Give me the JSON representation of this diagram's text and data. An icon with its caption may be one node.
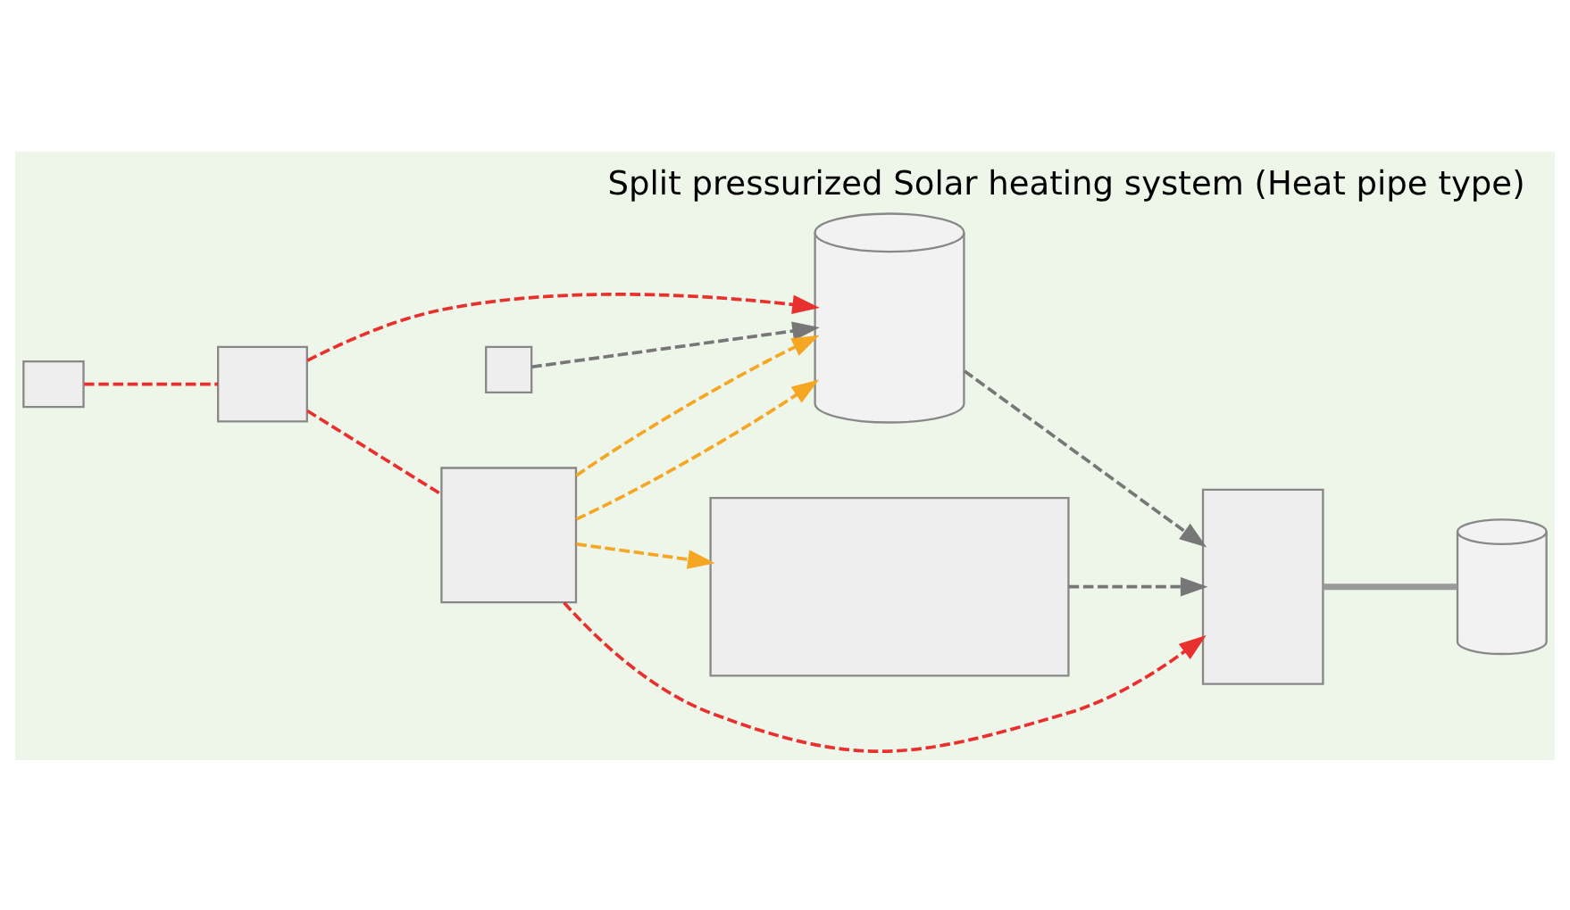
{
  "diagram": {
    "title": "Split pressurized Solar heating system (Heat pipe type)",
    "nodes": [
      {
        "text": [],
        "shape": "cylinder"
      },
      {
        "text": [],
        "shape": "box"
      },
      {
        "text": [],
        "shape": "box"
      },
      {
        "text": [],
        "shape": "box"
      },
      {
        "text": [],
        "shape": "cylinder"
      },
      {
        "text": [],
        "shape": "box"
      },
      {
        "text": [],
        "shape": "box"
      },
      {
        "text": [],
        "shape": "box"
      }
    ],
    "edges": [
      {
        "from": 2,
        "to": 0,
        "arrow": "to",
        "style": "dashed",
        "color": "#777777"
      },
      {
        "from": 1,
        "to": 3,
        "arrow": "to",
        "style": "dashed",
        "color": "#777777"
      },
      {
        "from": 0,
        "to": 3,
        "arrow": "to",
        "style": "dashed",
        "color": "#777777"
      },
      {
        "from": 5,
        "to": 1,
        "arrow": "to",
        "style": "dashed",
        "color": "#f5a623"
      },
      {
        "from": 5,
        "to": 0,
        "arrow": "to",
        "style": "dashed",
        "color": "#f5a623"
      },
      {
        "from": 5,
        "to": 0,
        "arrow": "to",
        "style": "dashed",
        "color": "#f5a623"
      },
      {
        "from": 5,
        "to": 3,
        "arrow": "to",
        "style": "dashed",
        "color": "#e8312f"
      },
      {
        "from": 6,
        "to": 5,
        "arrow": "none",
        "style": "dashed",
        "color": "#e8312f"
      },
      {
        "from": 6,
        "to": 0,
        "arrow": "to",
        "style": "dashed",
        "color": "#e8312f"
      },
      {
        "from": 7,
        "to": 6,
        "arrow": "none",
        "style": "dashed",
        "color": "#e8312f"
      },
      {
        "from": 3,
        "to": 4,
        "arrow": "none",
        "style": "thick",
        "color": "#9a9a9a"
      }
    ]
  }
}
